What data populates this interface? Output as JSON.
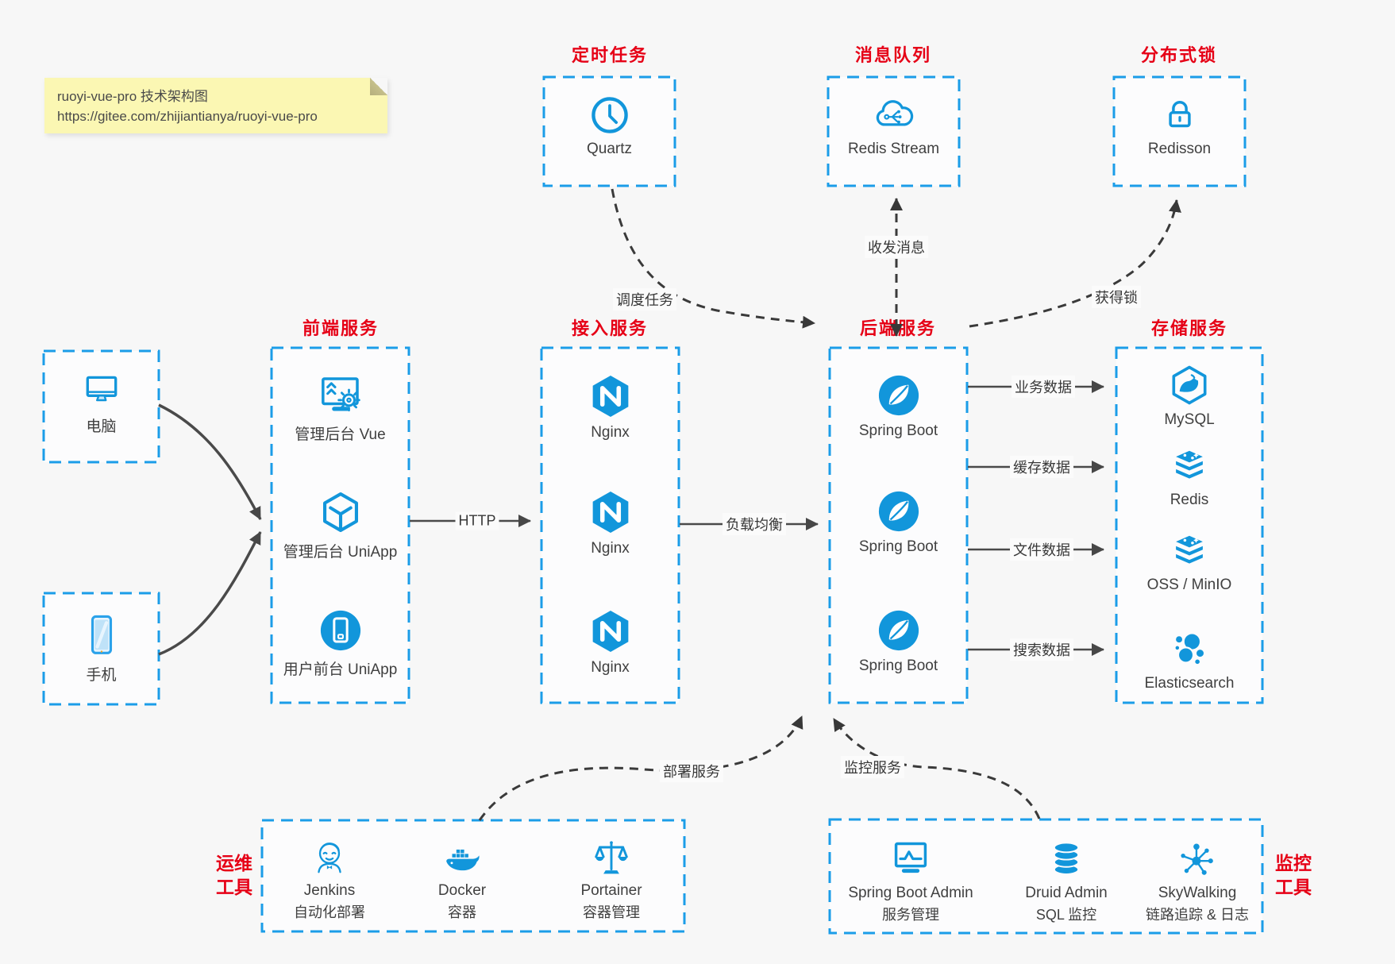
{
  "colors": {
    "accent_blue": "#1296db",
    "border_blue": "#1b9de8",
    "title_red": "#e60016",
    "arrow_gray": "#454545",
    "note_yellow": "#fbf7b3"
  },
  "note": {
    "title": "ruoyi-vue-pro 技术架构图",
    "url": "https://gitee.com/zhijiantianya/ruoyi-vue-pro"
  },
  "top_boxes": {
    "scheduler": {
      "title": "定时任务",
      "item": "Quartz"
    },
    "mq": {
      "title": "消息队列",
      "item": "Redis Stream"
    },
    "lock": {
      "title": "分布式锁",
      "item": "Redisson"
    }
  },
  "clients": {
    "pc": {
      "label": "电脑"
    },
    "mobile": {
      "label": "手机"
    }
  },
  "frontend": {
    "title": "前端服务",
    "items": [
      "管理后台 Vue",
      "管理后台 UniApp",
      "用户前台 UniApp"
    ]
  },
  "gateway": {
    "title": "接入服务",
    "items": [
      "Nginx",
      "Nginx",
      "Nginx"
    ]
  },
  "backend": {
    "title": "后端服务",
    "items": [
      "Spring Boot",
      "Spring Boot",
      "Spring Boot"
    ]
  },
  "storage": {
    "title": "存储服务",
    "items": [
      "MySQL",
      "Redis",
      "OSS / MinIO",
      "Elasticsearch"
    ]
  },
  "ops": {
    "title_line1": "运维",
    "title_line2": "工具",
    "items": [
      {
        "name": "Jenkins",
        "desc": "自动化部署"
      },
      {
        "name": "Docker",
        "desc": "容器"
      },
      {
        "name": "Portainer",
        "desc": "容器管理"
      }
    ]
  },
  "monitor": {
    "title_line1": "监控",
    "title_line2": "工具",
    "items": [
      {
        "name": "Spring Boot Admin",
        "desc": "服务管理"
      },
      {
        "name": "Druid Admin",
        "desc": "SQL 监控"
      },
      {
        "name": "SkyWalking",
        "desc": "链路追踪 & 日志"
      }
    ]
  },
  "edges": {
    "http": "HTTP",
    "lb": "负载均衡",
    "schedule": "调度任务",
    "message": "收发消息",
    "acquire_lock": "获得锁",
    "biz": "业务数据",
    "cache": "缓存数据",
    "file": "文件数据",
    "search": "搜索数据",
    "deploy": "部署服务",
    "monitoring": "监控服务"
  }
}
